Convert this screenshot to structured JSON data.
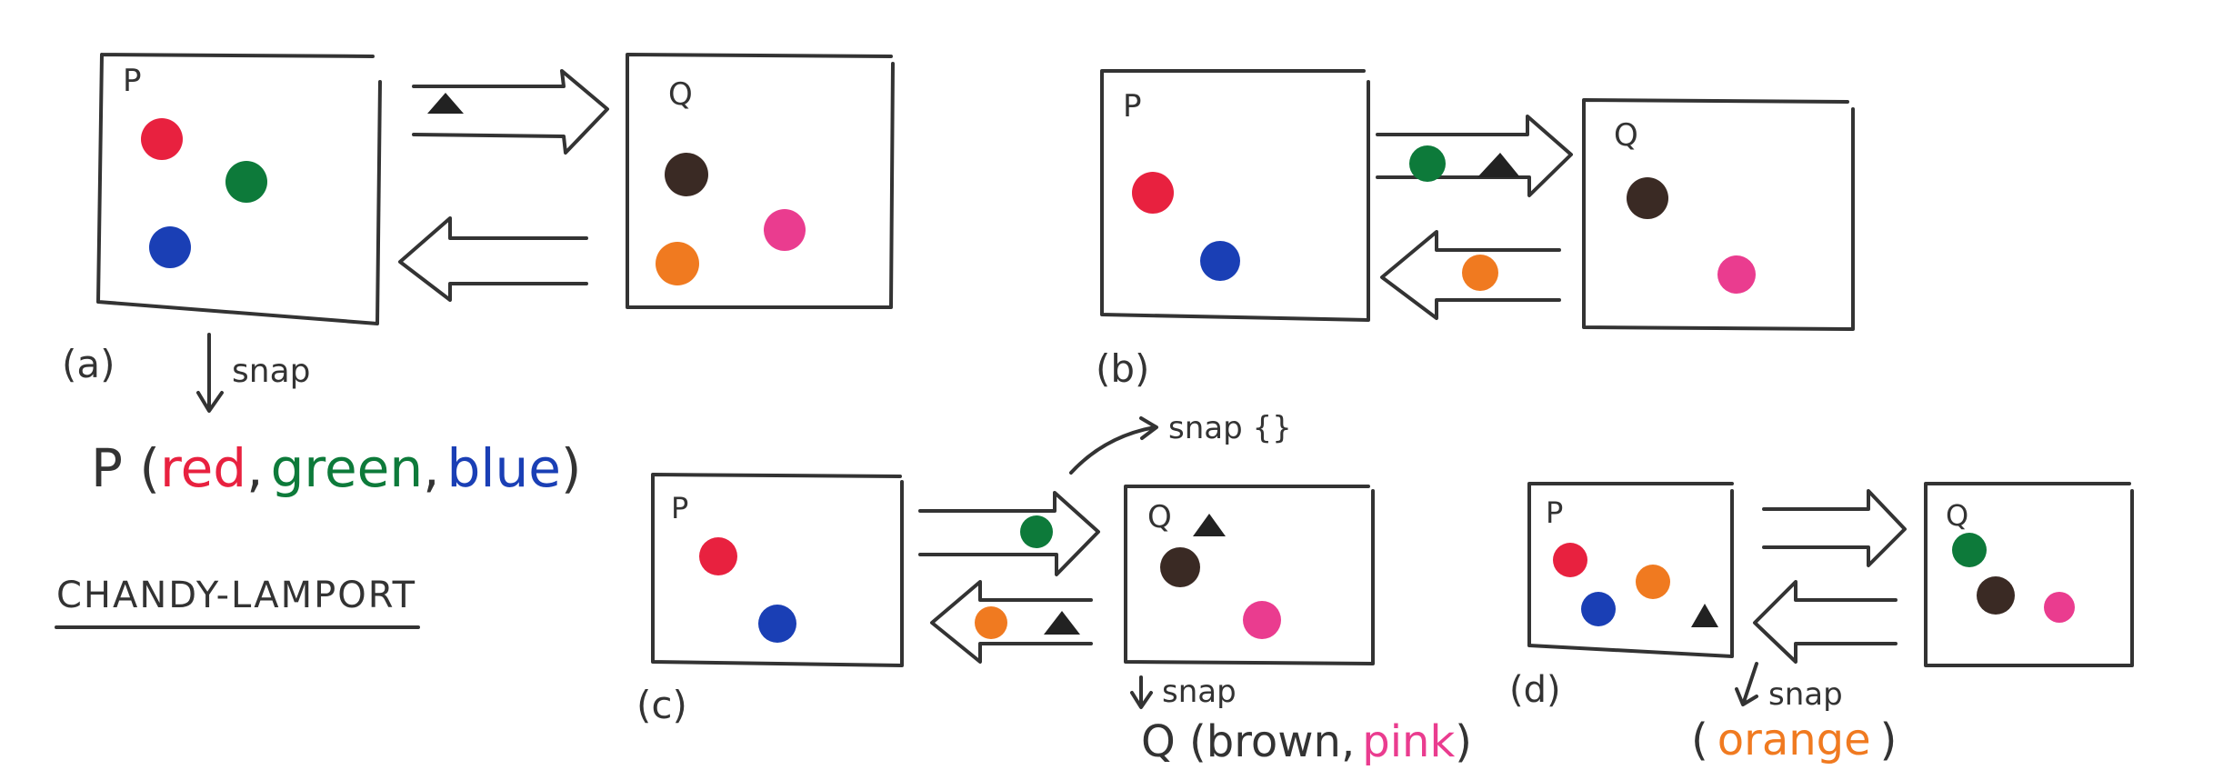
{
  "colors": {
    "ink": "#333333",
    "red": "#e8213f",
    "green": "#0d7a3a",
    "blue": "#1a3fb5",
    "brown": "#3a2a24",
    "pink": "#ea3c8f",
    "orange": "#f07a20",
    "marker": "#222222"
  },
  "panels": {
    "a": {
      "label": "(a)",
      "p_title": "P",
      "q_title": "Q",
      "snap_label": "snap",
      "snapshot": {
        "prefix": "P (",
        "red": "red",
        "comma1": ",",
        "green": "green",
        "comma2": ",",
        "blue": "blue",
        "suffix": ")"
      }
    },
    "b": {
      "label": "(b)",
      "p_title": "P",
      "q_title": "Q"
    },
    "c": {
      "label": "(c)",
      "p_title": "P",
      "q_title": "Q",
      "channel_snap_label": "snap {}",
      "snap_label": "snap",
      "snapshot": {
        "prefix": "Q (",
        "brown": "brown",
        "comma": ",",
        "pink": "pink",
        "suffix": ")"
      }
    },
    "d": {
      "label": "(d)",
      "p_title": "P",
      "q_title": "Q",
      "snap_label": "snap",
      "snapshot": {
        "prefix": "(",
        "orange": "orange",
        "suffix": ")"
      }
    }
  },
  "caption": "CHANDY-LAMPORT"
}
